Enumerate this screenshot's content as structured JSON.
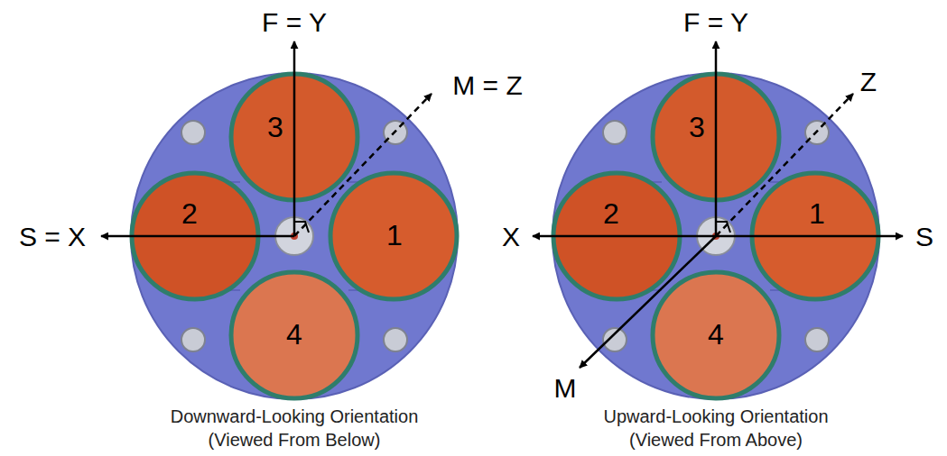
{
  "diagram": {
    "labels": [
      "F = Y",
      "M = Z",
      "S = X",
      "3",
      "2",
      "1",
      "4",
      "Downward-Looking Orientation",
      "(Viewed From Below)",
      "F = Y",
      "Z",
      "X",
      "S",
      "M",
      "3",
      "2",
      "1",
      "4",
      "Upward-Looking Orientation",
      "(Viewed From Above)"
    ]
  }
}
